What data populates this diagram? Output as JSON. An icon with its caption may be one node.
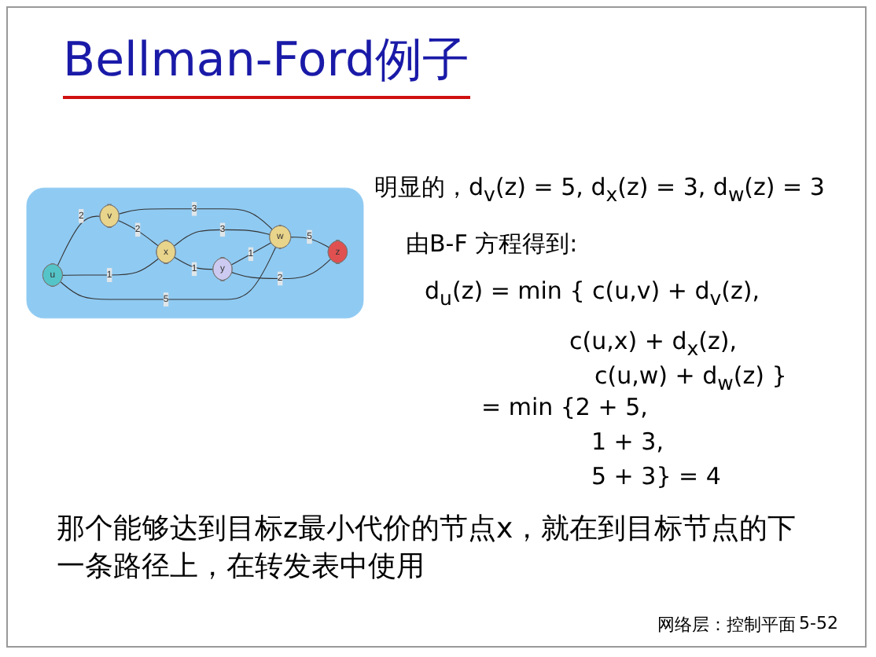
{
  "diagram": {
    "title": "Bellman-Ford例子",
    "caption": "那个能够达到目标z最小代价的节点x，就在到目标节点的下一条路径上，在转发表中使用",
    "nodes": [
      {
        "text": [],
        "shape": "cloud"
      },
      {
        "text": [
          "u"
        ],
        "in": 0
      },
      {
        "text": [
          "v"
        ],
        "in": 0
      },
      {
        "text": [
          "w"
        ],
        "in": 0
      },
      {
        "text": [
          "x"
        ],
        "in": 0
      },
      {
        "text": [
          "y"
        ],
        "in": 0
      },
      {
        "text": [
          "z"
        ],
        "in": 0
      }
    ],
    "edges": [
      {
        "from": 1,
        "to": 2,
        "arrow": "none",
        "label": "2"
      },
      {
        "from": 1,
        "to": 4,
        "arrow": "none",
        "label": "1"
      },
      {
        "from": 2,
        "to": 3,
        "arrow": "none",
        "label": "3"
      },
      {
        "from": 1,
        "to": 3,
        "arrow": "none",
        "label": "5"
      },
      {
        "from": 2,
        "to": 4,
        "arrow": "none",
        "label": "2"
      },
      {
        "from": 4,
        "to": 3,
        "arrow": "none",
        "label": "3"
      },
      {
        "from": 4,
        "to": 5,
        "arrow": "none",
        "label": "1"
      },
      {
        "from": 5,
        "to": 3,
        "arrow": "none",
        "label": "1"
      },
      {
        "from": 3,
        "to": 6,
        "arrow": "none",
        "label": "5"
      },
      {
        "from": 5,
        "to": 6,
        "arrow": "none",
        "label": "2"
      }
    ],
    "labels": [
      "明显的，d$_{v}$(z) = 5, d$_{x}$(z) = 3, d$_{w}$(z) = 3",
      "由B-F 方程得到:",
      "d$_{u}$(z) = min { c(u,v) + d$_{v}$(z),",
      "c(u,x) + d$_{x}$(z),",
      "c(u,w) + d$_{w}$(z) }",
      "= min {2 + 5,",
      "1 + 3,",
      "5 + 3}  = 4",
      "网络层：控制平面",
      "5-52"
    ]
  }
}
